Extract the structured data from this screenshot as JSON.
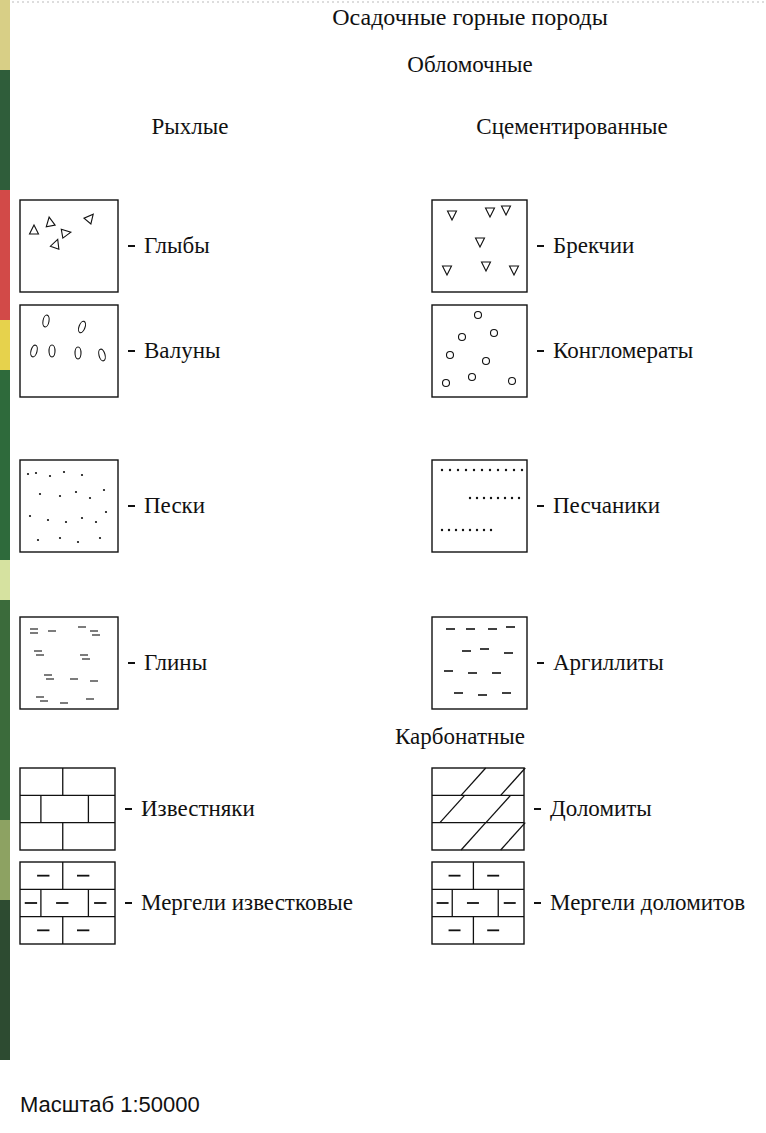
{
  "diagram": {
    "title": "Осадочные горные породы",
    "labels": [
      "Обломочные",
      "Рыхлые",
      "Сцементированные",
      "Карбонатные",
      "Масштаб 1:50000"
    ],
    "legend": [
      {
        "text": "Глыбы"
      },
      {
        "text": "Брекчии"
      },
      {
        "text": "Валуны"
      },
      {
        "text": "Конгломераты"
      },
      {
        "text": "Пески"
      },
      {
        "text": "Песчаники"
      },
      {
        "text": "Глины"
      },
      {
        "text": "Аргиллиты"
      },
      {
        "text": "Известняки"
      },
      {
        "text": "Доломиты"
      },
      {
        "text": "Мергели известковые"
      },
      {
        "text": "Мергели доломитов"
      }
    ]
  }
}
